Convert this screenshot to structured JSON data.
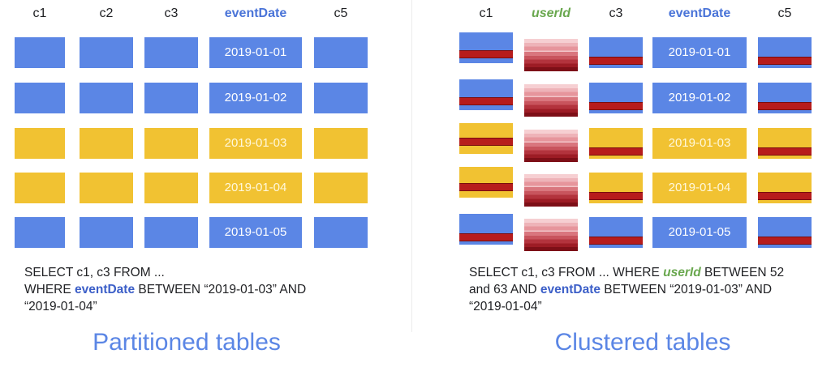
{
  "partitioned": {
    "headers": [
      "c1",
      "c2",
      "c3",
      "eventDate",
      "c5"
    ],
    "dates": [
      "2019-01-01",
      "2019-01-02",
      "2019-01-03",
      "2019-01-04",
      "2019-01-05"
    ],
    "row_colors": [
      "blue",
      "blue",
      "yellow",
      "yellow",
      "blue"
    ],
    "query": {
      "line1": "SELECT c1, c3 FROM ...",
      "where": "WHERE ",
      "field": "eventDate",
      "between": " BETWEEN “2019-01-03” AND",
      "line3": "“2019-01-04”"
    },
    "caption": "Partitioned tables"
  },
  "clustered": {
    "headers": [
      "c1",
      "userId",
      "c3",
      "eventDate",
      "c5"
    ],
    "dates": [
      "2019-01-01",
      "2019-01-02",
      "2019-01-03",
      "2019-01-04",
      "2019-01-05"
    ],
    "row_colors": [
      "blue",
      "blue",
      "yellow",
      "yellow",
      "blue"
    ],
    "query": {
      "part1": "SELECT c1, c3 FROM ... WHERE ",
      "field1": "userId",
      "part2": " BETWEEN 52",
      "part3": "and 63  AND ",
      "field2": "eventDate",
      "part4": " BETWEEN “2019-01-03” AND",
      "part5": "“2019-01-04”"
    },
    "caption": "Clustered tables"
  },
  "colors": {
    "blue": "#5b86e5",
    "yellow": "#f1c232",
    "dark_red": "#b71c1c",
    "header_highlight": "#4a74d8",
    "userid_green": "#6aa84f"
  }
}
